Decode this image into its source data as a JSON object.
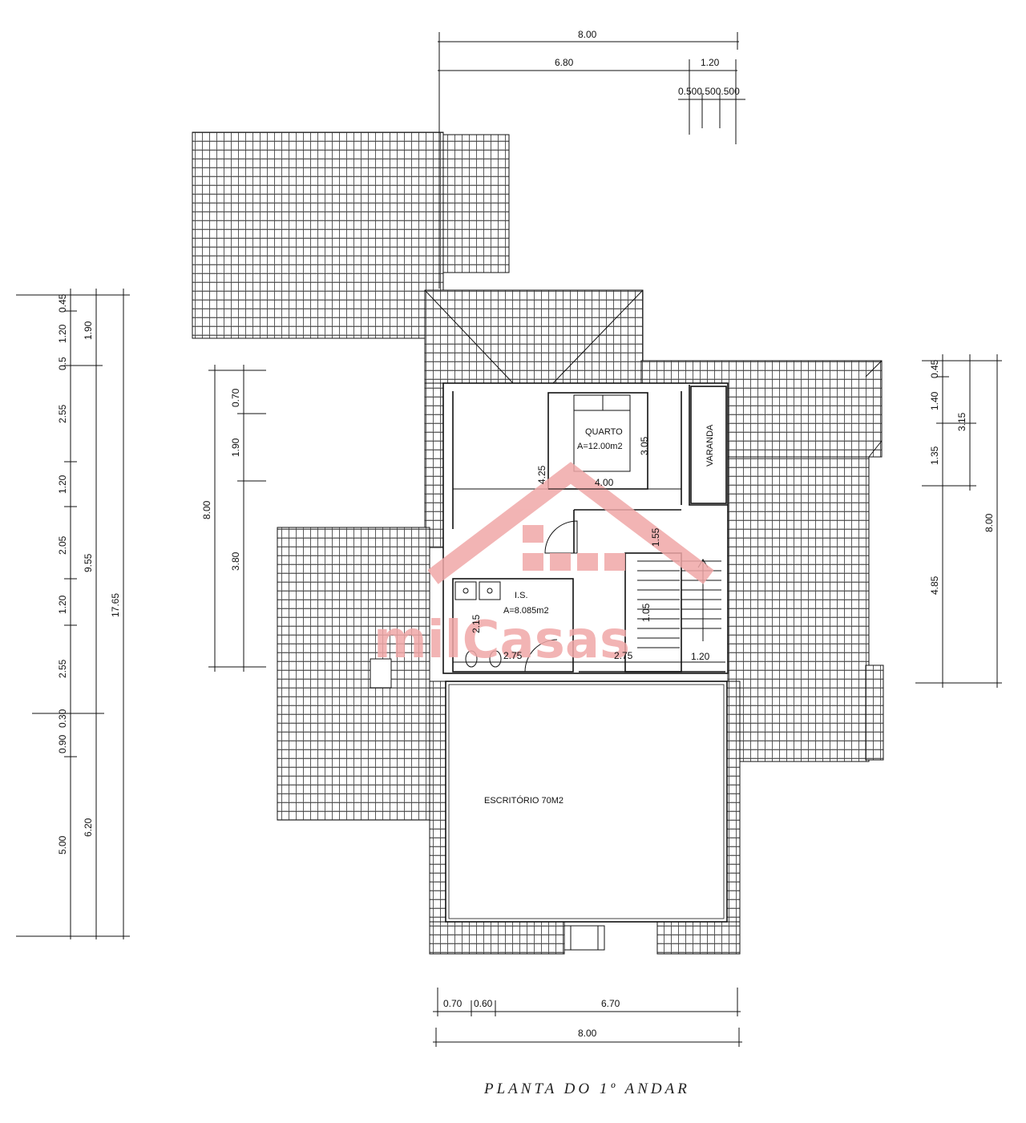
{
  "title": "PLANTA  DO  1º  ANDAR",
  "watermark": {
    "brand": "milCasas",
    "color": "#f0a0a0"
  },
  "rooms": {
    "quarto": {
      "name": "QUARTO",
      "area": "A=12.00m2"
    },
    "varanda": {
      "name": "VARANDA"
    },
    "is": {
      "name": "I.S.",
      "area": "A=8.085m2"
    },
    "escritorio": {
      "name": "ESCRITÓRIO 70M2"
    }
  },
  "dims": {
    "top_total": "8.00",
    "top_6_80": "6.80",
    "top_1_20": "1.20",
    "top_small": "0.500.500.500",
    "left_0_45": "0.45",
    "left_1_20a": "1.20",
    "left_0_5": "0.5",
    "left_2_55a": "2.55",
    "left_1_20b": "1.20",
    "left_2_05": "2.05",
    "left_1_20c": "1.20",
    "left_2_55b": "2.55",
    "left_0_30": "0.30",
    "left_0_90": "0.90",
    "left_5_00": "5.00",
    "left_1_90": "1.90",
    "left_9_55": "9.55",
    "left_6_20": "6.20",
    "left_17_65": "17.65",
    "inner_0_70": "0.70",
    "inner_1_90": "1.90",
    "inner_3_80": "3.80",
    "inner_8_00": "8.00",
    "right_0_45": "0.45",
    "right_1_40": "1.40",
    "right_1_35": "1.35",
    "right_4_85": "4.85",
    "right_3_15": "3.15",
    "right_8_00": "8.00",
    "quarto_3_05": "3.05",
    "quarto_4_00": "4.00",
    "quarto_4_25": "4.25",
    "hall_1_55": "1.55",
    "is_2_15": "2.15",
    "is_2_75a": "2.75",
    "is_2_75b": "2.75",
    "stair_1_05": "1.05",
    "stair_1_20": "1.20",
    "bottom_0_70": "0.70",
    "bottom_0_60": "0.60",
    "bottom_6_70": "6.70",
    "bottom_8_00": "8.00"
  }
}
